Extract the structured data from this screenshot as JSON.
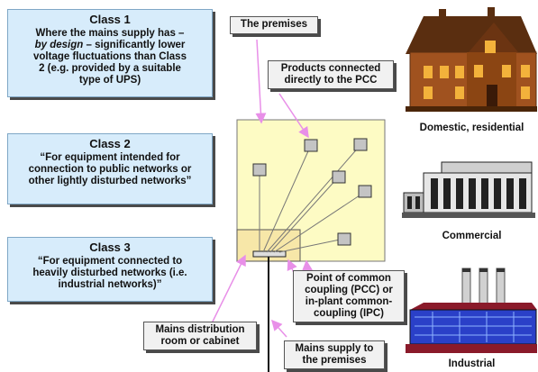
{
  "classes": [
    {
      "title": "Class 1",
      "line1": "Where the mains supply has –",
      "line2_em": "by design",
      "line2_rest": " – significantly lower",
      "line3": "voltage fluctuations than Class",
      "line4": "2 (e.g. provided by a suitable",
      "line5": "type of UPS)"
    },
    {
      "title": "Class 2",
      "text": "“For equipment intended for connection to public networks or other lightly disturbed networks”"
    },
    {
      "title": "Class 3",
      "text": "“For equipment connected to heavily disturbed networks (i.e. industrial networks)”"
    }
  ],
  "callouts": {
    "premises": "The premises",
    "products": "Products connected directly to the PCC",
    "pcc": "Point of common coupling (PCC) or in-plant common-coupling (IPC)",
    "mains_room": "Mains distribution room or cabinet",
    "mains_supply": "Mains supply to the premises"
  },
  "buildings": {
    "domestic": "Domestic, residential",
    "commercial": "Commercial",
    "industrial": "Industrial"
  },
  "colors": {
    "class_box_fill": "#d7ecfb",
    "premises_fill": "#fdfbc4",
    "arrow": "#e88fe8",
    "house": "#8b4513"
  }
}
